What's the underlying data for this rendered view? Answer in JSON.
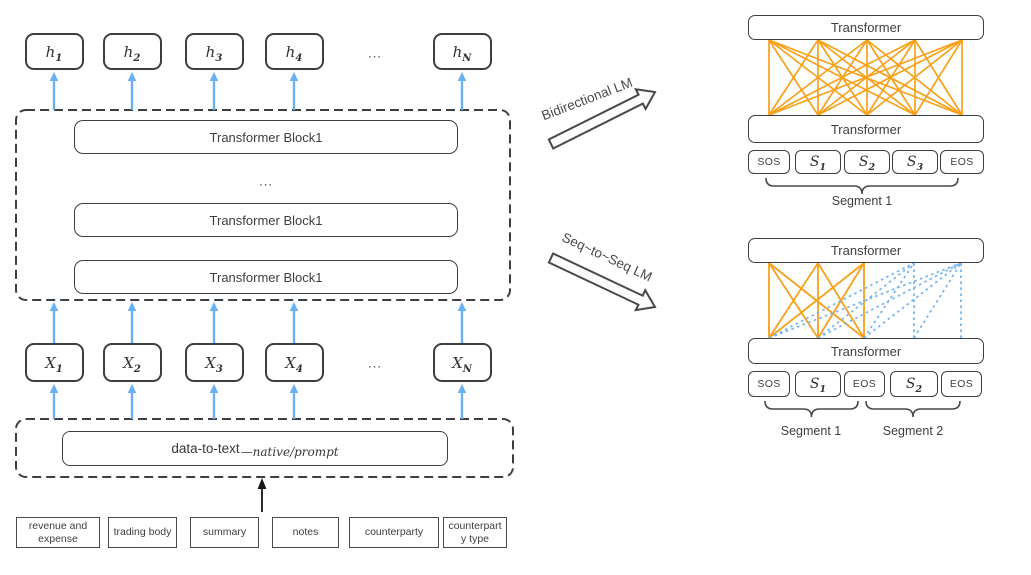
{
  "colors": {
    "ink": "#3b3e42",
    "arrow_blue": "#67b1f0",
    "attention_orange": "#f7a11a",
    "attention_blue_dotted": "#7ab7f0",
    "black": "#151515"
  },
  "left": {
    "hidden_states": [
      {
        "base": "h",
        "sub": "1"
      },
      {
        "base": "h",
        "sub": "2"
      },
      {
        "base": "h",
        "sub": "3"
      },
      {
        "base": "h",
        "sub": "4"
      },
      {
        "base": "h",
        "sub": "N"
      }
    ],
    "hidden_ellipsis": "...",
    "blocks": [
      "Transformer Block1",
      "Transformer Block1",
      "Transformer Block1"
    ],
    "blocks_ellipsis": "...",
    "inputs": [
      {
        "base": "X",
        "sub": "1"
      },
      {
        "base": "X",
        "sub": "2"
      },
      {
        "base": "X",
        "sub": "3"
      },
      {
        "base": "X",
        "sub": "4"
      },
      {
        "base": "X",
        "sub": "N"
      }
    ],
    "inputs_ellipsis": "...",
    "embedding": {
      "main": "data-to-text",
      "sub": "—native/prompt"
    },
    "fields": [
      "revenue and expense",
      "trading body",
      "summary",
      "notes",
      "counterparty",
      "counterparty type"
    ]
  },
  "middle": {
    "top_arrow_label": "Bidirectional LM",
    "bottom_arrow_label": "Seq~to~Seq LM"
  },
  "right_top": {
    "top_box": "Transformer",
    "bottom_box": "Transformer",
    "tokens": [
      {
        "base": "SOS"
      },
      {
        "base": "S",
        "sub": "1"
      },
      {
        "base": "S",
        "sub": "2"
      },
      {
        "base": "S",
        "sub": "3"
      },
      {
        "base": "EOS"
      }
    ],
    "segment_labels": [
      "Segment 1"
    ],
    "attention": {
      "style": "solid-orange",
      "pattern": "all-to-all"
    }
  },
  "right_bottom": {
    "top_box": "Transformer",
    "bottom_box": "Transformer",
    "tokens": [
      {
        "base": "SOS"
      },
      {
        "base": "S",
        "sub": "1"
      },
      {
        "base": "EOS"
      },
      {
        "base": "S",
        "sub": "2"
      },
      {
        "base": "EOS"
      }
    ],
    "segment_labels": [
      "Segment 1",
      "Segment 2"
    ],
    "attention": {
      "solid_orange_pairs": [
        [
          0,
          0
        ],
        [
          0,
          1
        ],
        [
          0,
          2
        ],
        [
          1,
          0
        ],
        [
          1,
          1
        ],
        [
          1,
          2
        ],
        [
          2,
          0
        ],
        [
          2,
          1
        ],
        [
          2,
          2
        ]
      ],
      "dotted_blue_pairs": [
        [
          0,
          3
        ],
        [
          1,
          3
        ],
        [
          2,
          3
        ],
        [
          3,
          3
        ],
        [
          0,
          4
        ],
        [
          1,
          4
        ],
        [
          2,
          4
        ],
        [
          3,
          4
        ],
        [
          4,
          4
        ]
      ]
    }
  }
}
